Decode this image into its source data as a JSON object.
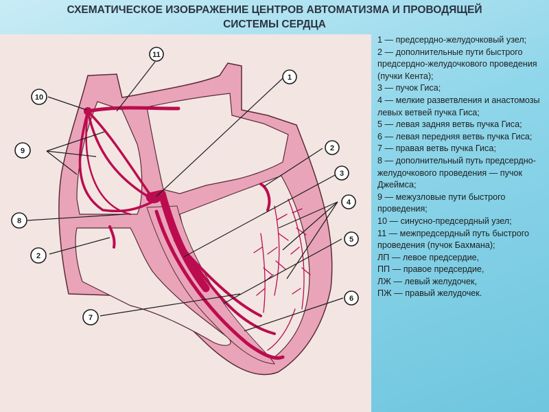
{
  "title": {
    "line1": "СХЕМАТИЧЕСКОЕ ИЗОБРАЖЕНИЕ ЦЕНТРОВ АВТОМАТИЗМА И ПРОВОДЯЩЕЙ",
    "line2": "СИСТЕМЫ СЕРДЦА"
  },
  "diagram": {
    "labels": {
      "n1": "1",
      "n2a": "2",
      "n2b": "2",
      "n3": "3",
      "n4": "4",
      "n5": "5",
      "n6": "6",
      "n7": "7",
      "n8": "8",
      "n9": "9",
      "n10": "10",
      "n11": "11"
    }
  },
  "legend": [
    "1 — предсердно-желудочковый узел;",
    "2 — дополнительные пути быстрого предсердно-желудочкового проведения (пучки Кента);",
    "3 — пучок Гиса;",
    "4 — мелкие разветвления и анастомозы левых ветвей пучка Гиса;",
    "5 — левая задняя ветвь пучка Гиса;",
    "6 — левая передняя ветвь пучка Гиса;",
    "7 — правая ветвь пучка Гиса;",
    "8 — дополнительный путь предсердно-желудочкового проведения — пучок Джеймса;",
    "9 — межузловые пути быстрого проведения;",
    "10 — синусно-предсердный узел;",
    "11 — межпредсердный путь быстрого проведения (пучок Бахмана);",
    "ЛП — левое предсердие,",
    "ПП — правое предсердие,",
    "ЛЖ — левый желудочек,",
    "ПЖ — правый желудочек."
  ],
  "colors": {
    "tissue": "#e9a4ba",
    "conduction": "#bb0c4f",
    "outline": "#5a2a35",
    "panel": "#f2e5e2"
  }
}
